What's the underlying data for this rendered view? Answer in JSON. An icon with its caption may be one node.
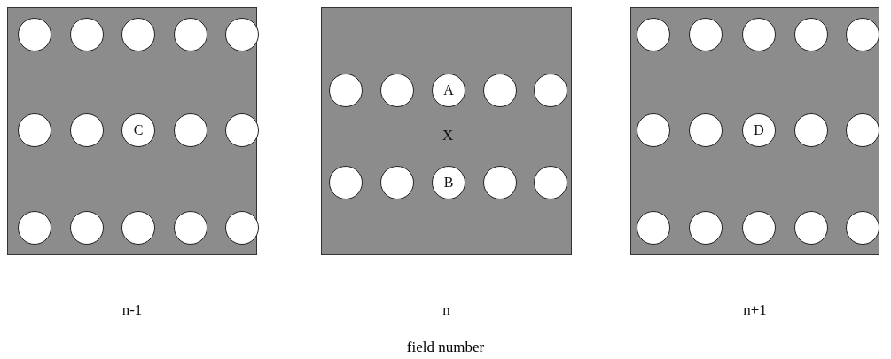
{
  "diagram": {
    "caption": "field number",
    "nodes": [
      {
        "text": [
          "n-1"
        ]
      },
      {
        "text": [],
        "shape": "circle",
        "in": 0
      },
      {
        "text": [],
        "shape": "circle",
        "in": 0
      },
      {
        "text": [],
        "shape": "circle",
        "in": 0
      },
      {
        "text": [],
        "shape": "circle",
        "in": 0
      },
      {
        "text": [],
        "shape": "circle",
        "in": 0
      },
      {
        "text": [],
        "shape": "circle",
        "in": 0
      },
      {
        "text": [],
        "shape": "circle",
        "in": 0
      },
      {
        "text": [
          "C"
        ],
        "in": 0
      },
      {
        "text": [],
        "shape": "circle",
        "in": 0
      },
      {
        "text": [],
        "shape": "circle",
        "in": 0
      },
      {
        "text": [],
        "shape": "circle",
        "in": 0
      },
      {
        "text": [],
        "shape": "circle",
        "in": 0
      },
      {
        "text": [],
        "shape": "circle",
        "in": 0
      },
      {
        "text": [],
        "shape": "circle",
        "in": 0
      },
      {
        "text": [],
        "shape": "circle",
        "in": 0
      },
      {
        "text": [
          "n"
        ]
      },
      {
        "text": [],
        "shape": "circle",
        "in": 16
      },
      {
        "text": [],
        "shape": "circle",
        "in": 16
      },
      {
        "text": [
          "A"
        ],
        "in": 16
      },
      {
        "text": [],
        "shape": "circle",
        "in": 16
      },
      {
        "text": [],
        "shape": "circle",
        "in": 16
      },
      {
        "text": [],
        "shape": "circle",
        "in": 16
      },
      {
        "text": [],
        "shape": "circle",
        "in": 16
      },
      {
        "text": [
          "B"
        ],
        "in": 16
      },
      {
        "text": [],
        "shape": "circle",
        "in": 16
      },
      {
        "text": [],
        "shape": "circle",
        "in": 16
      },
      {
        "text": [
          "n+1"
        ]
      },
      {
        "text": [],
        "shape": "circle",
        "in": 27
      },
      {
        "text": [],
        "shape": "circle",
        "in": 27
      },
      {
        "text": [],
        "shape": "circle",
        "in": 27
      },
      {
        "text": [],
        "shape": "circle",
        "in": 27
      },
      {
        "text": [],
        "shape": "circle",
        "in": 27
      },
      {
        "text": [],
        "shape": "circle",
        "in": 27
      },
      {
        "text": [],
        "shape": "circle",
        "in": 27
      },
      {
        "text": [
          "D"
        ],
        "in": 27
      },
      {
        "text": [],
        "shape": "circle",
        "in": 27
      },
      {
        "text": [],
        "shape": "circle",
        "in": 27
      },
      {
        "text": [],
        "shape": "circle",
        "in": 27
      },
      {
        "text": [],
        "shape": "circle",
        "in": 27
      },
      {
        "text": [],
        "shape": "circle",
        "in": 27
      },
      {
        "text": [],
        "shape": "circle",
        "in": 27
      },
      {
        "text": [],
        "shape": "circle",
        "in": 27
      }
    ],
    "edges": [],
    "labels": [
      "X"
    ]
  }
}
